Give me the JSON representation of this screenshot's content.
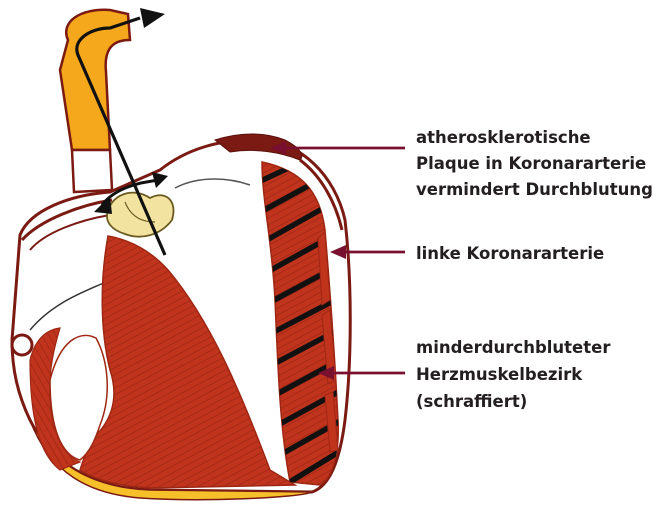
{
  "labels": {
    "plaque": {
      "line1": "atherosklerotische",
      "line2": "Plaque in Koronararterie",
      "line3": "vermindert Durchblutung"
    },
    "artery": {
      "line1": "linke Koronararterie"
    },
    "region": {
      "line1": "minderdurchbluteter",
      "line2": "Herzmuskelbezirk",
      "line3": "(schraffiert)"
    }
  },
  "colors": {
    "aorta": "#f5a81c",
    "outline": "#7a1a12",
    "muscle": "#c0341d",
    "muscle_dark": "#9e2713",
    "valve": "#f2e3a0",
    "pointer_arrow": "#7a1030",
    "hatch": "#111111",
    "text": "#231f20"
  }
}
